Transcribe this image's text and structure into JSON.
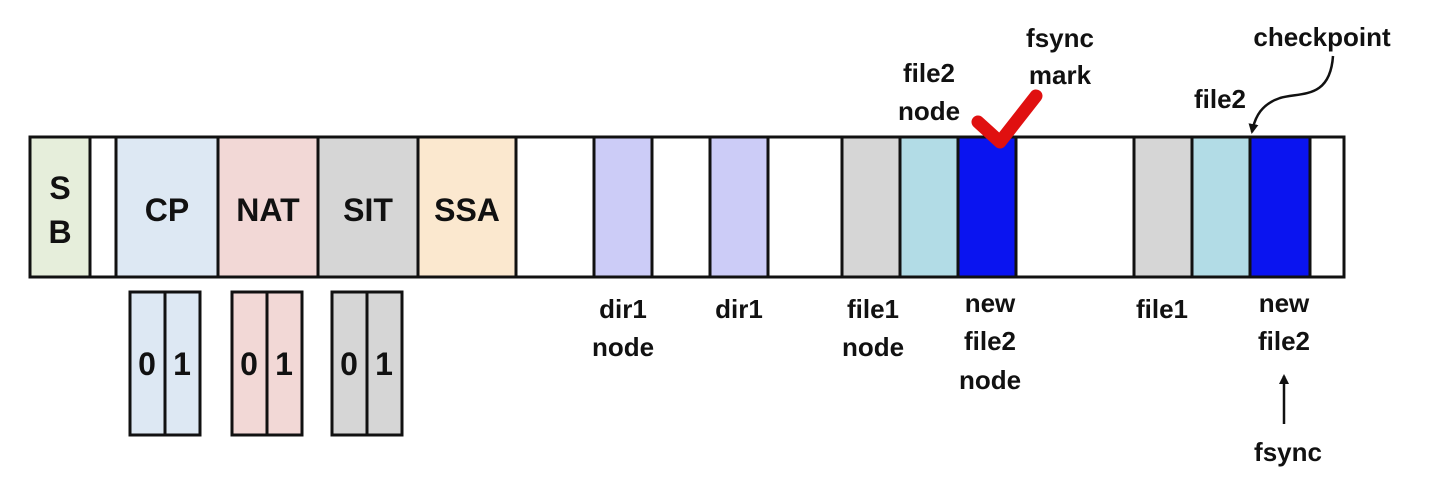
{
  "colors": {
    "sb": "#e6eedb",
    "cp": "#dde8f3",
    "nat": "#f2d8d6",
    "sit": "#d6d6d6",
    "ssa": "#fbe8cf",
    "dir": "#ccccf7",
    "file1": "#d6d6d6",
    "file2": "#b2dce6",
    "new_file2": "#0a14f0",
    "empty": "#ffffff",
    "checkmark": "#e01010",
    "outline": "#111111"
  },
  "metadata_blocks": {
    "sb_line1": "S",
    "sb_line2": "B",
    "cp": "CP",
    "nat": "NAT",
    "sit": "SIT",
    "ssa": "SSA"
  },
  "copies": {
    "cp": [
      "0",
      "1"
    ],
    "nat": [
      "0",
      "1"
    ],
    "sit": [
      "0",
      "1"
    ]
  },
  "labels": {
    "dir1_node": [
      "dir1",
      "node"
    ],
    "dir1": "dir1",
    "file1_node": [
      "file1",
      "node"
    ],
    "new_file2_node": [
      "new",
      "file2",
      "node"
    ],
    "file1": "file1",
    "new_file2": [
      "new",
      "file2"
    ],
    "file2_node_top": [
      "file2",
      "node"
    ],
    "file2_top": "file2",
    "fsync_mark": [
      "fsync",
      "mark"
    ],
    "checkpoint": "checkpoint",
    "fsync": "fsync"
  },
  "icons": {
    "fsync_mark": "checkmark-icon",
    "checkpoint_pointer": "curved-arrow-icon",
    "fsync_pointer": "up-arrow-icon"
  }
}
